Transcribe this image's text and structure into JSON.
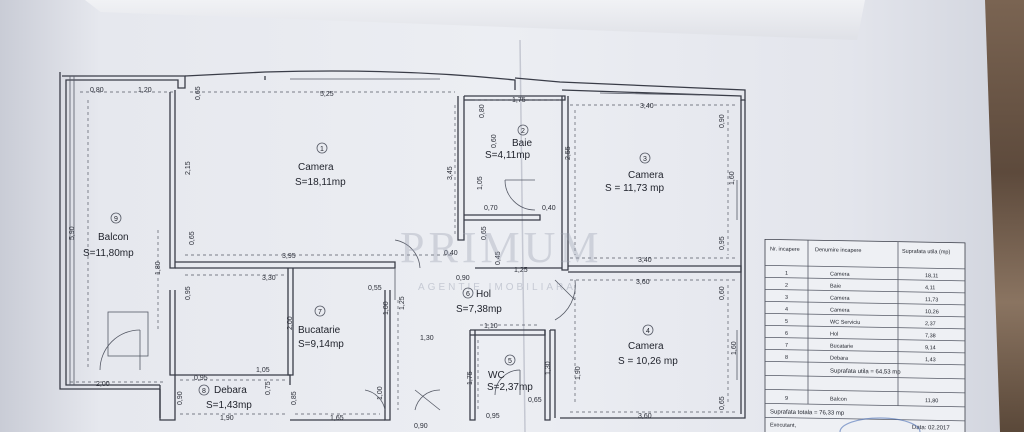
{
  "watermark": {
    "main": "PRIMUM",
    "sub": "AGENTIE IMOBILIARA"
  },
  "rooms": [
    {
      "nr": "1",
      "name": "Camera",
      "area": "S=18,11mp"
    },
    {
      "nr": "2",
      "name": "Baie",
      "area": "S=4,11mp"
    },
    {
      "nr": "3",
      "name": "Camera",
      "area": "S = 11,73 mp"
    },
    {
      "nr": "4",
      "name": "Camera",
      "area": "S = 10,26 mp"
    },
    {
      "nr": "5",
      "name": "WC",
      "area": "S=2,37mp"
    },
    {
      "nr": "6",
      "name": "Hol",
      "area": "S=7,38mp"
    },
    {
      "nr": "7",
      "name": "Bucatarie",
      "area": "S=9,14mp"
    },
    {
      "nr": "8",
      "name": "Debara",
      "area": "S=1,43mp"
    },
    {
      "nr": "9",
      "name": "Balcon",
      "area": "S=11,80mp"
    }
  ],
  "dims": [
    "0,80",
    "1,20",
    "0,65",
    "5,25",
    "1,75",
    "3,40",
    "0,80",
    "0,90",
    "2,15",
    "3,45",
    "0,60",
    "1,05",
    "2,55",
    "0,70",
    "0,40",
    "1,60",
    "5,90",
    "0,65",
    "3,95",
    "0,40",
    "0,65",
    "0,45",
    "3,40",
    "0,95",
    "1,80",
    "3,30",
    "0,55",
    "0,90",
    "1,25",
    "3,60",
    "0,60",
    "0,95",
    "1,00",
    "1,25",
    "1,10",
    "2,00",
    "1,30",
    "1,75",
    "1,90",
    "1,30",
    "1,60",
    "0,95",
    "1,05",
    "2,00",
    "0,90",
    "0,75",
    "0,85",
    "1,00",
    "0,65",
    "0,65",
    "1,90",
    "1,65",
    "0,90",
    "0,95",
    "3,60"
  ],
  "table": {
    "headers": [
      "Nr. incapere",
      "Denumire incapere",
      "Suprafata utila (mp)"
    ],
    "rows": [
      [
        "1",
        "Camera",
        "18,11"
      ],
      [
        "2",
        "Baie",
        "4,11"
      ],
      [
        "3",
        "Camera",
        "11,73"
      ],
      [
        "4",
        "Camera",
        "10,26"
      ],
      [
        "5",
        "WC Serviciu",
        "2,37"
      ],
      [
        "6",
        "Hol",
        "7,38"
      ],
      [
        "7",
        "Bucatarie",
        "9,14"
      ],
      [
        "8",
        "Debara",
        "1,43"
      ]
    ],
    "useful_total": "Suprafata utila = 64,53 mp",
    "balcony_row": [
      "9",
      "Balcon",
      "11,80"
    ],
    "grand_total": "Suprafata totala = 76,33 mp",
    "executant": "Executant,",
    "date": "Data: 02.2017"
  }
}
